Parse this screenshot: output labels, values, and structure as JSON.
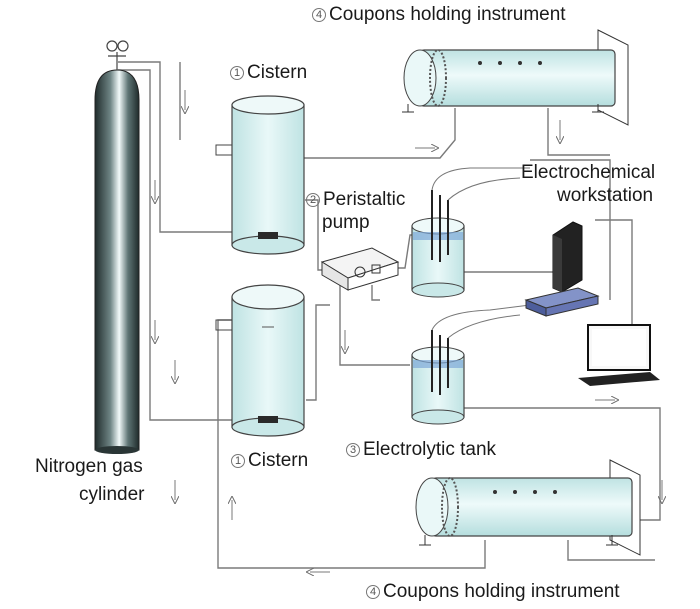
{
  "labels": {
    "coupons_top": {
      "num": "4",
      "text": "Coupons holding instrument"
    },
    "cistern_top": {
      "num": "1",
      "text": "Cistern"
    },
    "peristaltic": {
      "num": "2",
      "text": "Peristaltic"
    },
    "pump": "pump",
    "electrochem_1": "Electrochemical",
    "electrochem_2": "workstation",
    "nitrogen_1": "Nitrogen gas",
    "nitrogen_2": "cylinder",
    "cistern_bottom": {
      "num": "1",
      "text": "Cistern"
    },
    "electrolytic": {
      "num": "3",
      "text": "Electrolytic tank"
    },
    "coupons_bottom": {
      "num": "4",
      "text": "Coupons holding instrument"
    }
  },
  "colors": {
    "vessel_fill": "#d8f0f0",
    "vessel_stroke": "#4a4a4a",
    "pipe": "#6b6b6b",
    "cylinder_dark": "#2e3f3f",
    "cylinder_light": "#e8f2f2",
    "device_blue": "#5a6fb0",
    "text": "#1a1a1a"
  }
}
